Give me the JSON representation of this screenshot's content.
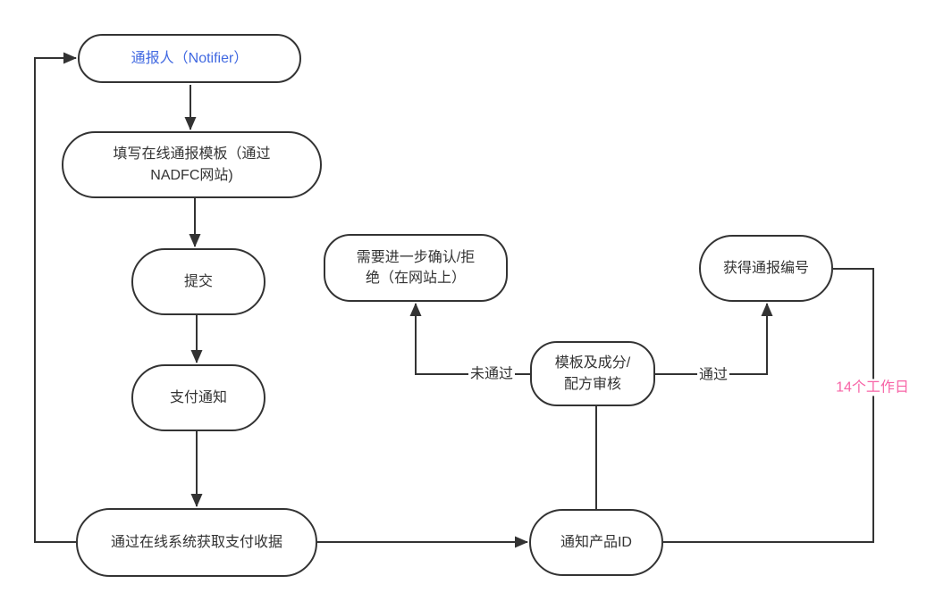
{
  "diagram": {
    "type": "flowchart",
    "colors": {
      "background": "#FFFFFF",
      "line": "#333333",
      "node_border": "#333333",
      "node_text": "#333333",
      "notifier_text": "#4169E1",
      "duration_text": "#F763A6"
    },
    "nodes": {
      "notifier": {
        "label": "通报人（Notifier）"
      },
      "fill_template": {
        "label": "填写在线通报模板（通过\nNADFC网站)"
      },
      "submit": {
        "label": "提交"
      },
      "payment_notice": {
        "label": "支付通知"
      },
      "get_receipt": {
        "label": "通过在线系统获取支付收据"
      },
      "notify_product_id": {
        "label": "通知产品ID"
      },
      "review": {
        "label": "模板及成分/\n配方审核"
      },
      "further_confirm": {
        "label": "需要进一步确认/拒\n绝（在网站上）"
      },
      "get_number": {
        "label": "获得通报编号"
      }
    },
    "edge_labels": {
      "fail": "未通过",
      "pass": "通过",
      "duration": "14个工作日"
    },
    "edges": [
      {
        "from": "notifier",
        "to": "fill_template",
        "label": ""
      },
      {
        "from": "fill_template",
        "to": "submit",
        "label": ""
      },
      {
        "from": "submit",
        "to": "payment_notice",
        "label": ""
      },
      {
        "from": "payment_notice",
        "to": "get_receipt",
        "label": ""
      },
      {
        "from": "get_receipt",
        "to": "notifier",
        "label": ""
      },
      {
        "from": "get_receipt",
        "to": "notify_product_id",
        "label": ""
      },
      {
        "from": "notify_product_id",
        "to": "review",
        "label": ""
      },
      {
        "from": "review",
        "to": "further_confirm",
        "label": "未通过"
      },
      {
        "from": "review",
        "to": "get_number",
        "label": "通过"
      },
      {
        "from": "notify_product_id",
        "to": "get_number",
        "label": "14个工作日"
      }
    ]
  }
}
